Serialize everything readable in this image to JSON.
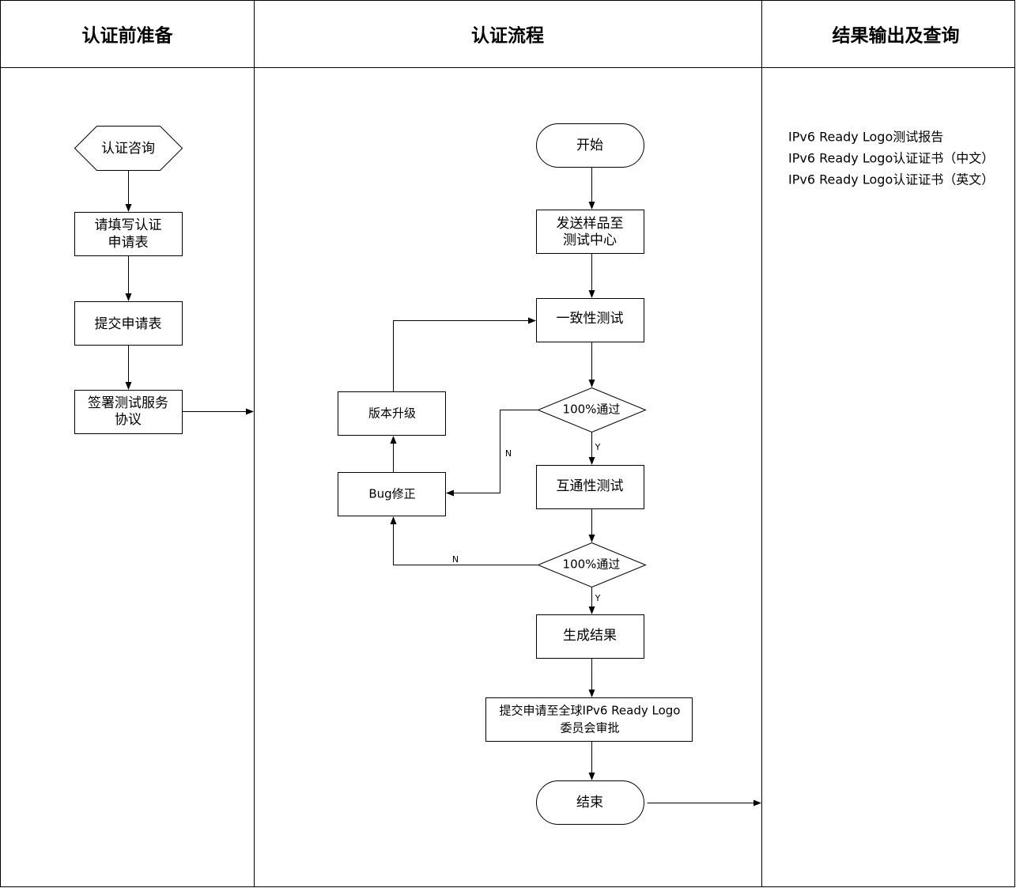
{
  "lanes": [
    {
      "id": "prep",
      "title": "认证前准备"
    },
    {
      "id": "flow",
      "title": "认证流程"
    },
    {
      "id": "output",
      "title": "结果输出及查询"
    }
  ],
  "prep": {
    "consult": "认证咨询",
    "fill_form": [
      "请填写认证",
      "申请表"
    ],
    "submit_form": "提交申请表",
    "sign_agreement": [
      "签署测试服务",
      "协议"
    ]
  },
  "flow": {
    "start": "开始",
    "send_sample": [
      "发送样品至",
      "测试中心"
    ],
    "conformance_test": "一致性测试",
    "decision1": "100%通过",
    "interop_test": "互通性测试",
    "decision2": "100%通过",
    "generate_result": "生成结果",
    "submit_committee": [
      "提交申请至全球IPv6 Ready Logo",
      "委员会审批"
    ],
    "end": "结束",
    "version_upgrade": "版本升级",
    "bug_fix": "Bug修正",
    "yes_label": "Y",
    "no_label": "N"
  },
  "output": {
    "items": [
      "IPv6 Ready Logo测试报告",
      "IPv6 Ready Logo认证证书（中文）",
      "IPv6 Ready Logo认证证书（英文）"
    ]
  }
}
